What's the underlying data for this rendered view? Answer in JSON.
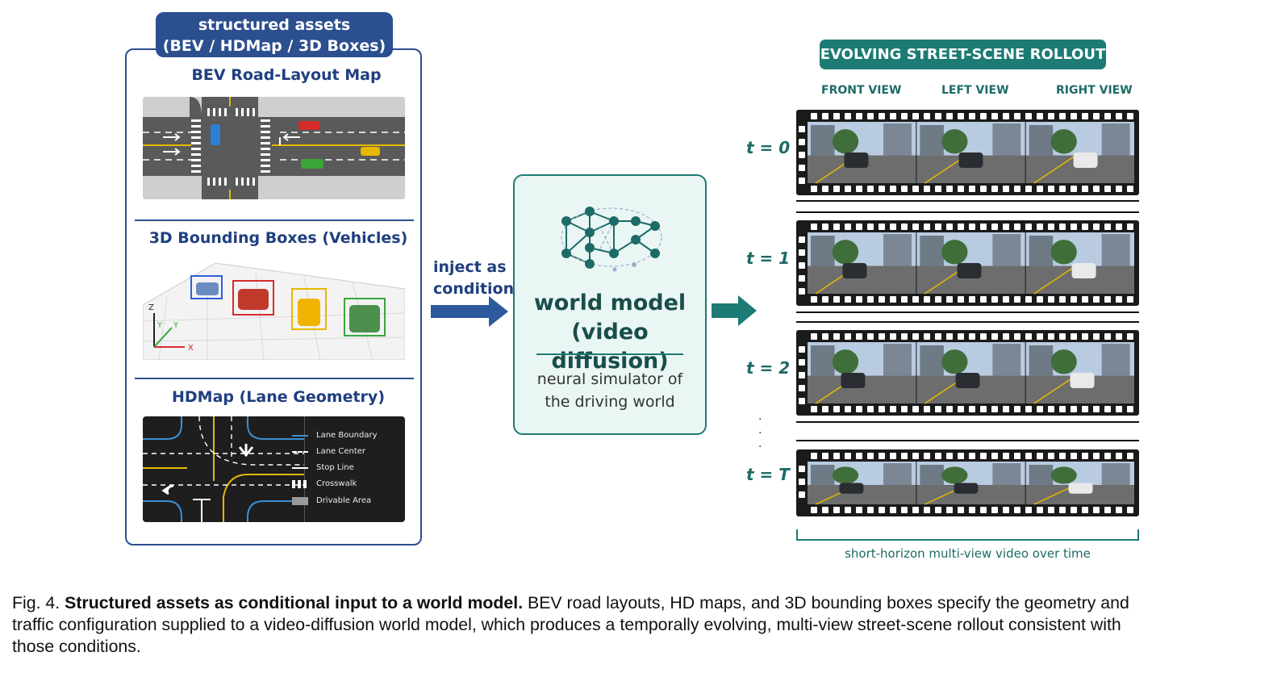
{
  "assets": {
    "tag_line1": "structured assets",
    "tag_line2": "(BEV / HDMap / 3D Boxes)",
    "bev_title": "BEV Road-Layout Map",
    "boxes_title": "3D Bounding Boxes (Vehicles)",
    "hdmap_title": "HDMap (Lane Geometry)",
    "axis_z": "Z",
    "axis_y1": "Y",
    "axis_y2": "Y",
    "axis_x": "X",
    "legend": [
      {
        "label": "Lane Boundary",
        "color": "#3a8fd6"
      },
      {
        "label": "Lane Center",
        "color": "#ffffff"
      },
      {
        "label": "Stop Line",
        "color": "#ffffff"
      },
      {
        "label": "Crosswalk",
        "color": "#ffffff"
      },
      {
        "label": "Drivable Area",
        "color": "#9a9a9a"
      }
    ]
  },
  "flow": {
    "inject_line1": "inject as",
    "inject_line2": "condition"
  },
  "world_model": {
    "title_line1": "world model",
    "title_line2": "(video diffusion)",
    "sub_line1": "neural simulator of",
    "sub_line2": "the driving world"
  },
  "rollout": {
    "tag": "EVOLVING STREET-SCENE ROLLOUT",
    "views": [
      "FRONT VIEW",
      "LEFT VIEW",
      "RIGHT VIEW"
    ],
    "times": [
      "t = 0",
      "t = 1",
      "t = 2",
      "t = T"
    ],
    "ellipsis": "·",
    "bracket_label": "short-horizon multi-view video over time"
  },
  "caption": {
    "prefix": "Fig. 4.",
    "bold": "Structured assets as conditional input to a world model.",
    "text_line1": " BEV road layouts, HD maps, and 3D bounding boxes specify the geometry and",
    "text_line2": "traffic configuration supplied to a video-diffusion world model, which produces a temporally evolving, multi-view street-scene rollout consistent with",
    "text_line3": "those conditions."
  },
  "colors": {
    "navy": "#2c4f8f",
    "teal": "#1c7b74",
    "teal_light": "#eaf6f4",
    "box_blue": "#2e5fd6",
    "box_red": "#d62b2b",
    "box_yellow": "#e6b800",
    "box_green": "#3aa63a"
  }
}
